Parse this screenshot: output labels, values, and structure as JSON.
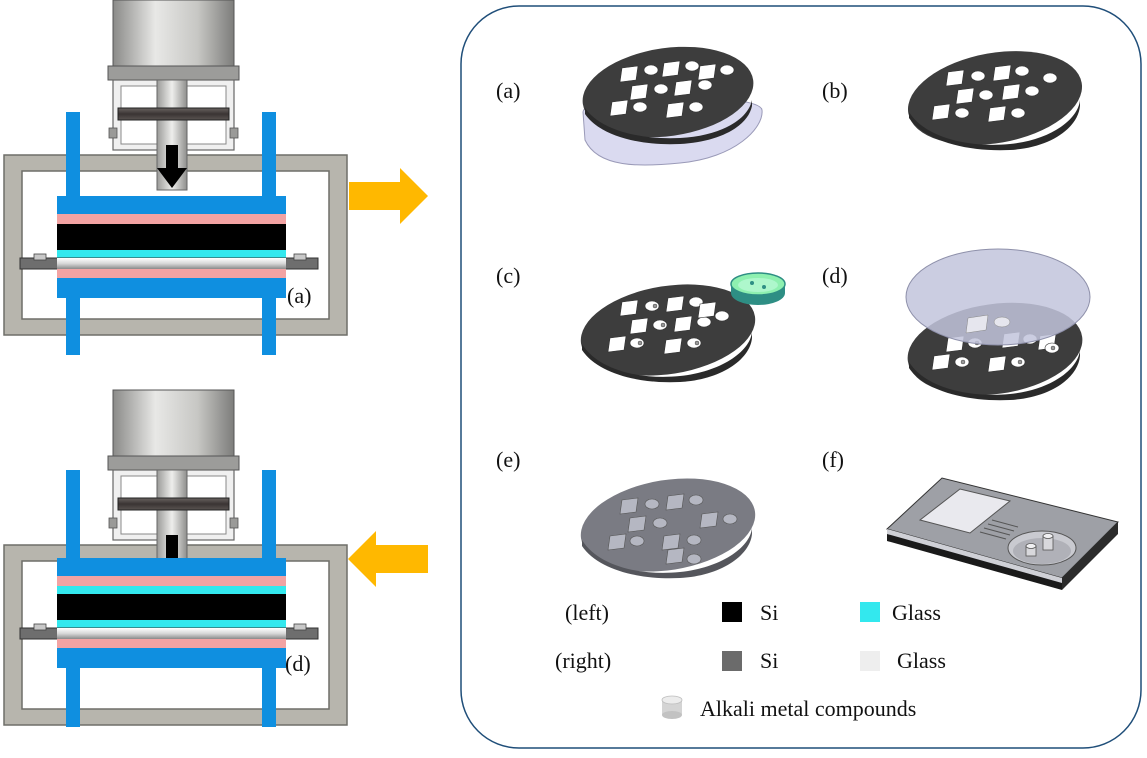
{
  "colors": {
    "si_left": "#000000",
    "glass_left": "#33e8ee",
    "si_right": "#6b6b6b",
    "glass_right": "#eeeeee",
    "clamp_blue": "#0f8fe0",
    "pink_layer": "#f2a3a3",
    "frame_gray": "#b7b5ad",
    "arrow_orange": "#ffb800",
    "panel_border": "#1f4e79"
  },
  "left_diagrams": {
    "top_label": "(a)",
    "bottom_label": "(d)"
  },
  "panels": [
    {
      "label": "(a)"
    },
    {
      "label": "(b)"
    },
    {
      "label": "(c)"
    },
    {
      "label": "(d)"
    },
    {
      "label": "(e)"
    },
    {
      "label": "(f)"
    }
  ],
  "legend": {
    "left_label": "(left)",
    "right_label": "(right)",
    "si": "Si",
    "glass": "Glass",
    "alkali": "Alkali metal compounds"
  }
}
